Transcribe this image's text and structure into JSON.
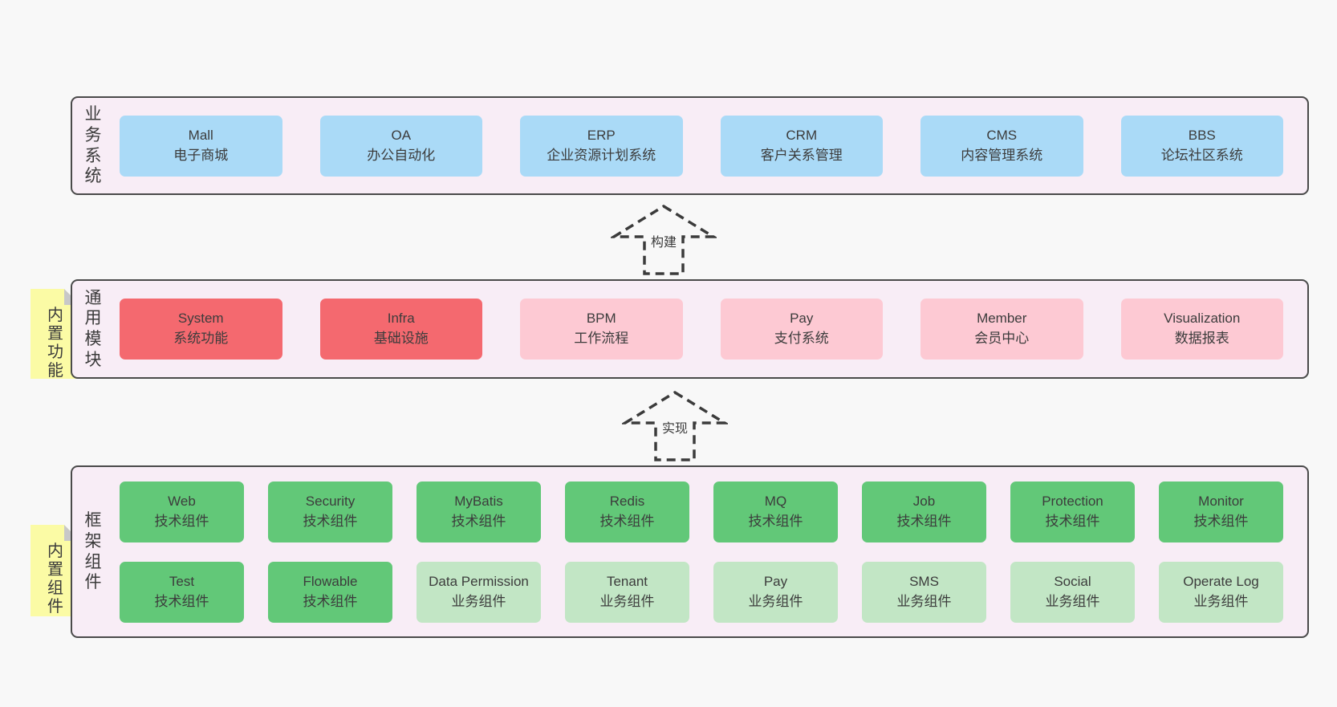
{
  "colors": {
    "page_bg": "#f8f8f8",
    "panel_bg": "#f8edf6",
    "panel_border": "#4a4a4a",
    "card_blue": "#aadaf7",
    "card_red": "#f4696f",
    "card_pink": "#fdc9d3",
    "card_green": "#62c878",
    "card_green_light": "#c2e6c5",
    "note_yellow": "#fbfba5",
    "note_fold_gray": "#c8c8c8",
    "arrow_stroke": "#3b3b3b"
  },
  "business": {
    "label": "业务系统",
    "items": [
      {
        "name": "Mall",
        "desc": "电子商城"
      },
      {
        "name": "OA",
        "desc": "办公自动化"
      },
      {
        "name": "ERP",
        "desc": "企业资源计划系统"
      },
      {
        "name": "CRM",
        "desc": "客户关系管理"
      },
      {
        "name": "CMS",
        "desc": "内容管理系统"
      },
      {
        "name": "BBS",
        "desc": "论坛社区系统"
      }
    ]
  },
  "build_arrow": {
    "label": "构建"
  },
  "modules": {
    "label": "通用模块",
    "note": "内置功能",
    "items": [
      {
        "name": "System",
        "desc": "系统功能",
        "variant": "red"
      },
      {
        "name": "Infra",
        "desc": "基础设施",
        "variant": "red"
      },
      {
        "name": "BPM",
        "desc": "工作流程",
        "variant": "pink"
      },
      {
        "name": "Pay",
        "desc": "支付系统",
        "variant": "pink"
      },
      {
        "name": "Member",
        "desc": "会员中心",
        "variant": "pink"
      },
      {
        "name": "Visualization",
        "desc": "数据报表",
        "variant": "pink"
      }
    ]
  },
  "implement_arrow": {
    "label": "实现"
  },
  "components": {
    "label": "框架组件",
    "note": "内置组件",
    "rows": [
      [
        {
          "name": "Web",
          "desc": "技术组件",
          "variant": "green"
        },
        {
          "name": "Security",
          "desc": "技术组件",
          "variant": "green"
        },
        {
          "name": "MyBatis",
          "desc": "技术组件",
          "variant": "green"
        },
        {
          "name": "Redis",
          "desc": "技术组件",
          "variant": "green"
        },
        {
          "name": "MQ",
          "desc": "技术组件",
          "variant": "green"
        },
        {
          "name": "Job",
          "desc": "技术组件",
          "variant": "green"
        },
        {
          "name": "Protection",
          "desc": "技术组件",
          "variant": "green"
        },
        {
          "name": "Monitor",
          "desc": "技术组件",
          "variant": "green"
        }
      ],
      [
        {
          "name": "Test",
          "desc": "技术组件",
          "variant": "green"
        },
        {
          "name": "Flowable",
          "desc": "技术组件",
          "variant": "green"
        },
        {
          "name": "Data Permission",
          "desc": "业务组件",
          "variant": "green-light"
        },
        {
          "name": "Tenant",
          "desc": "业务组件",
          "variant": "green-light"
        },
        {
          "name": "Pay",
          "desc": "业务组件",
          "variant": "green-light"
        },
        {
          "name": "SMS",
          "desc": "业务组件",
          "variant": "green-light"
        },
        {
          "name": "Social",
          "desc": "业务组件",
          "variant": "green-light"
        },
        {
          "name": "Operate Log",
          "desc": "业务组件",
          "variant": "green-light"
        }
      ]
    ]
  }
}
